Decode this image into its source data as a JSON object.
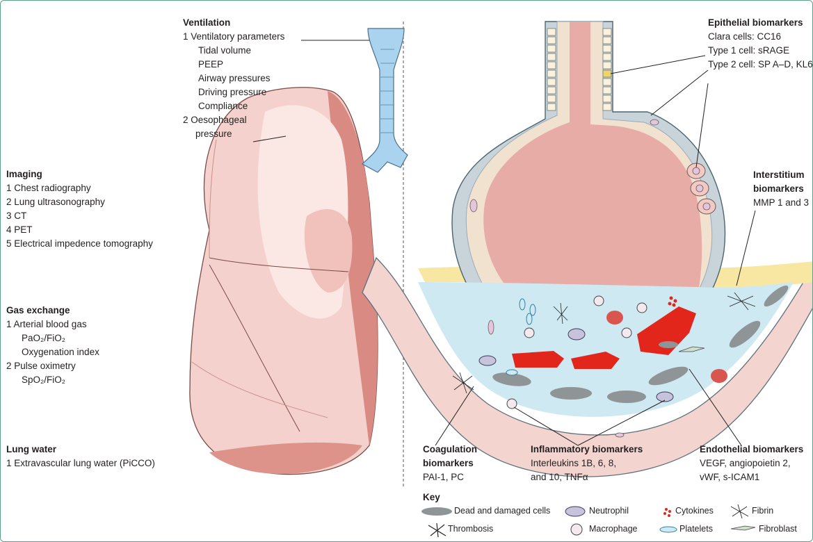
{
  "ventilation": {
    "title": "Ventilation",
    "item1": "1 Ventilatory parameters",
    "sub": [
      "Tidal volume",
      "PEEP",
      "Airway pressures",
      "Driving pressure",
      "Compliance"
    ],
    "item2a": "2 Oesophageal",
    "item2b": "pressure"
  },
  "imaging": {
    "title": "Imaging",
    "items": [
      "1 Chest radiography",
      "2 Lung ultrasonography",
      "3 CT",
      "4 PET",
      "5 Electrical impedence tomography"
    ]
  },
  "gas": {
    "title": "Gas exchange",
    "item1": "1 Arterial blood gas",
    "pao2": "PaO₂/FiO₂",
    "oxy": "Oxygenation index",
    "item2": "2 Pulse oximetry",
    "spo2": "SpO₂/FiO₂"
  },
  "lungwater": {
    "title": "Lung water",
    "item1": "1 Extravascular lung water (PiCCO)"
  },
  "epithelial": {
    "title": "Epithelial biomarkers",
    "clara": "Clara cells: CC16",
    "type1": "Type 1 cell: sRAGE",
    "type2": "Type 2 cell: SP A–D, KL6"
  },
  "interstitium": {
    "title1": "Interstitium",
    "title2": "biomarkers",
    "text": "MMP 1 and 3"
  },
  "coagulation": {
    "title1": "Coagulation",
    "title2": "biomarkers",
    "text": "PAI-1, PC"
  },
  "inflammatory": {
    "title": "Inflammatory biomarkers",
    "line1": "Interleukins 1B, 6, 8,",
    "line2": "and 10, TNFα"
  },
  "endothelial": {
    "title": "Endothelial biomarkers",
    "line1": "VEGF, angiopoietin 2,",
    "line2": "vWF, s-ICAM1"
  },
  "key": {
    "title": "Key",
    "dead": "Dead and damaged cells",
    "neutrophil": "Neutrophil",
    "cytokines": "Cytokines",
    "fibrin": "Fibrin",
    "thrombosis": "Thrombosis",
    "macrophage": "Macrophage",
    "platelets": "Platelets",
    "fibroblast": "Fibroblast"
  },
  "colors": {
    "lung": "#f2c9c4",
    "lung_dark": "#d9857c",
    "trachea": "#a9d3ee",
    "alveolus": "#e4aaa4",
    "fluid": "#cfe9f3",
    "interstitium": "#f7e7a3",
    "damaged": "#d6332a",
    "dead_cell": "#8f9597"
  }
}
